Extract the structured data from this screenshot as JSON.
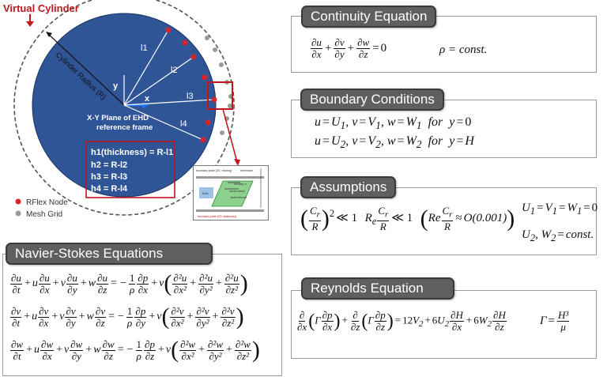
{
  "diagram": {
    "virtual_cylinder_label": "Virtual Cylinder",
    "cylinder_radius_label": "Cylinder Radius (R)",
    "plane_label_line1": "X-Y Plane of EHD",
    "plane_label_line2": "reference frame",
    "axis_x": "x",
    "axis_y": "y",
    "l1": "l1",
    "l2": "l2",
    "l3": "l3",
    "l4": "l4",
    "thickness_lines": [
      "h1(thickness) = R-l1",
      "h2 = R-l2",
      "h3 = R-l3",
      "h4 = R-l4"
    ],
    "legend": [
      {
        "label": "RFlex Node",
        "color": "#d9232a"
      },
      {
        "label": "Mesh Grid",
        "color": "#9a9a9a"
      }
    ],
    "inset": {
      "top_plate": "boundary plate (2D, moving)",
      "bottom_plate": "boundary plate (2D, stationary)",
      "dimension": "dimension",
      "velocity": "velocity, u",
      "shear": "shear stress",
      "fluid": "fluid",
      "element": "fluid element"
    },
    "colors": {
      "disc": "#2f5597",
      "accent": "#d9232a"
    }
  },
  "sections": {
    "continuity": {
      "title": "Continuity Equation",
      "rho": "ρ = const."
    },
    "boundary": {
      "title": "Boundary Conditions"
    },
    "assumptions": {
      "title": "Assumptions",
      "approx": "O(0.001)"
    },
    "navier": {
      "title": "Navier-Stokes Equations"
    },
    "reynolds": {
      "title": "Reynolds Equation"
    }
  }
}
